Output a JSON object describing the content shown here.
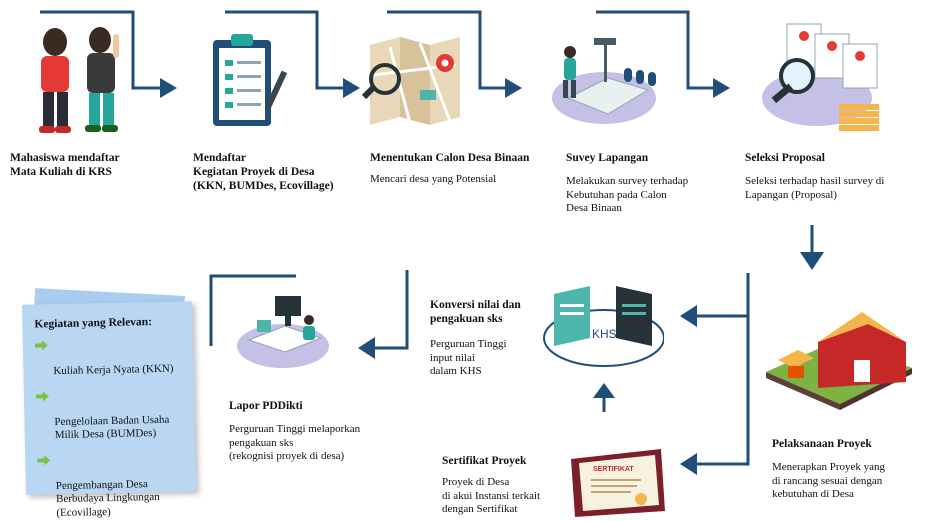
{
  "steps": [
    {
      "title": "Mahasiswa mendaftar\nMata Kuliah di KRS",
      "desc": ""
    },
    {
      "title": "Mendaftar\nKegiatan Proyek di Desa\n(KKN, BUMDes, Ecovillage)",
      "desc": ""
    },
    {
      "title": "Menentukan Calon Desa Binaan",
      "desc": "Mencari desa yang Potensial"
    },
    {
      "title": "Suvey Lapangan",
      "desc": "Melakukan survey terhadap\nKebutuhan pada Calon\nDesa Binaan"
    },
    {
      "title": "Seleksi Proposal",
      "desc": "Seleksi terhadap hasil survey di\nLapangan (Proposal)"
    },
    {
      "title": "Pelaksanaan Proyek",
      "desc": "Menerapkan Proyek yang\ndi rancang sesuai dengan\nkebutuhan di Desa"
    },
    {
      "title": "Sertifikat Proyek",
      "desc": "Proyek di Desa\ndi akui Instansi terkait\ndengan Sertifikat"
    },
    {
      "title": "Konversi nilai dan\npengakuan sks",
      "desc": "Perguruan Tinggi\ninput nilai\ndalam KHS"
    },
    {
      "title": "Lapor PDDikti",
      "desc": "Perguruan Tinggi melaporkan\npengakuan sks\n(rekognisi proyek di desa)"
    }
  ],
  "khs_label": "KHS",
  "certificate_label": "SERTIFIKAT",
  "relevant": {
    "heading": "Kegiatan yang Relevan:",
    "items": [
      "Kuliah Kerja Nyata (KKN)",
      "Pengelolaan Badan Usaha\nMilik Desa (BUMDes)",
      "Pengembangan Desa\nBerbudaya Lingkungan\n(Ecovillage)"
    ]
  },
  "colors": {
    "arrow": "#1f4e79",
    "panel": "#b9d7f2",
    "bullet": "#7cc242"
  },
  "icons": [
    "students-illustration",
    "clipboard-illustration",
    "map-search-illustration",
    "survey-illustration",
    "proposal-selection-illustration",
    "farm-illustration",
    "certificate-illustration",
    "khs-conversion-illustration",
    "office-desk-illustration"
  ]
}
